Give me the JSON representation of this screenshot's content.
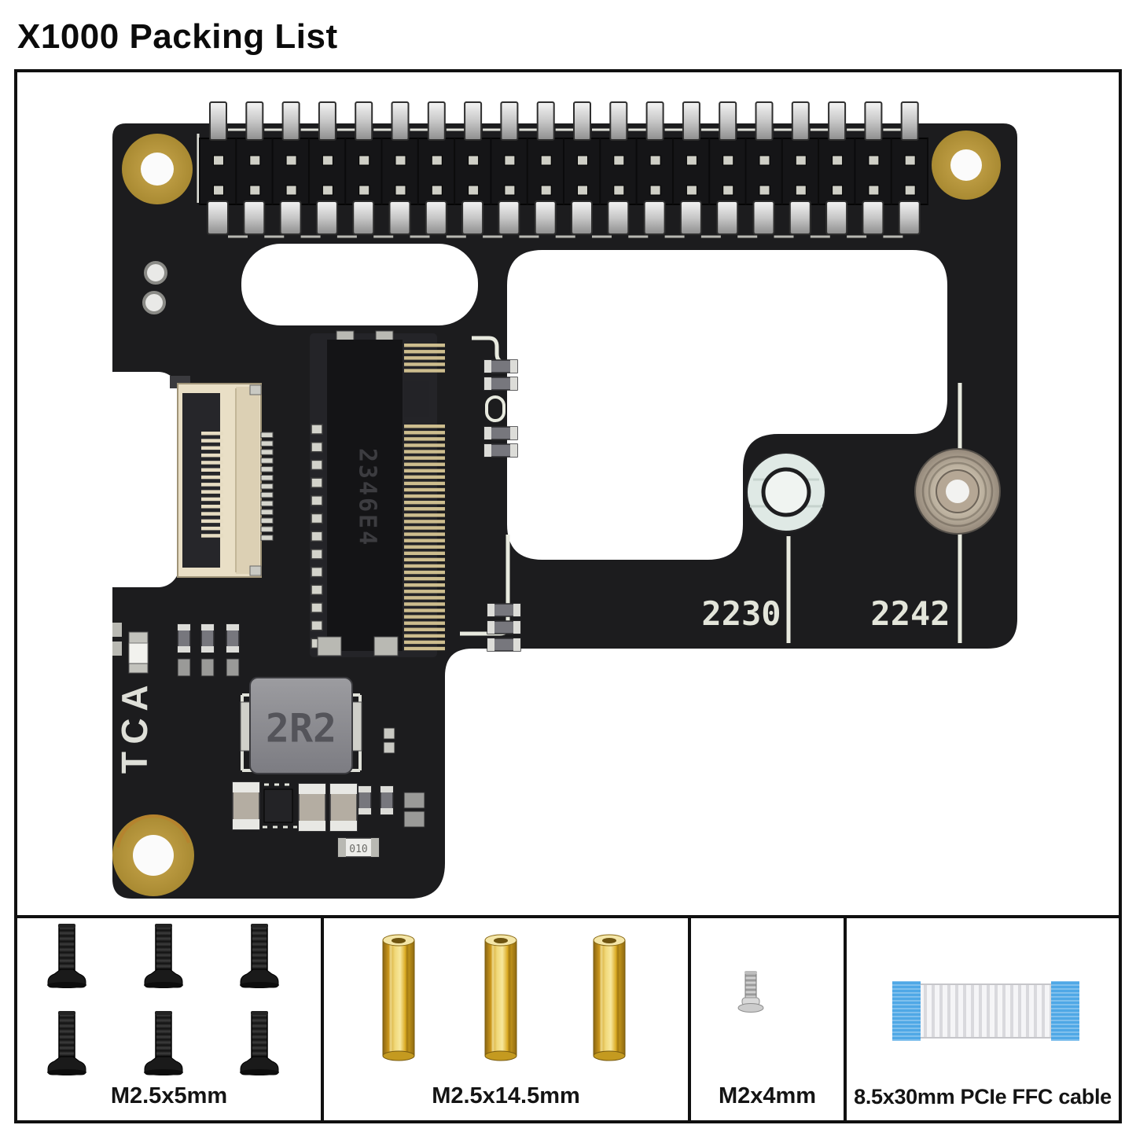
{
  "header": {
    "title": "X1000 Packing List"
  },
  "board": {
    "silkscreen": {
      "act_label": "ACT",
      "act_chars": [
        "A",
        "C",
        "T"
      ],
      "size_2230": "2230",
      "size_2242": "2242"
    },
    "inductor_marking": "2R2",
    "m2_slot_marking": "2346E4",
    "gpio": {
      "rows": 2,
      "pins_per_row": 20
    },
    "m2": {
      "main_edge_pins": 36,
      "top_edge_pins": 5,
      "side_legs": 13
    },
    "ffc": {
      "teeth": 15,
      "side_pins": 13
    }
  },
  "packing_items": [
    {
      "name": "screws-black",
      "label": "M2.5x5mm",
      "count": 6
    },
    {
      "name": "standoffs-brass",
      "label": "M2.5x14.5mm",
      "count": 3
    },
    {
      "name": "screw-silver",
      "label": "M2x4mm",
      "count": 1
    },
    {
      "name": "ffc-cable",
      "label": "8.5x30mm PCIe FFC cable",
      "count": 1
    }
  ],
  "colors": {
    "board": "#1c1c1e",
    "silkscreen": "#e6e8df",
    "brass": "#d9a81f",
    "cable_blue": "#4fa8e6",
    "pad_gold": "#b99b3f"
  }
}
